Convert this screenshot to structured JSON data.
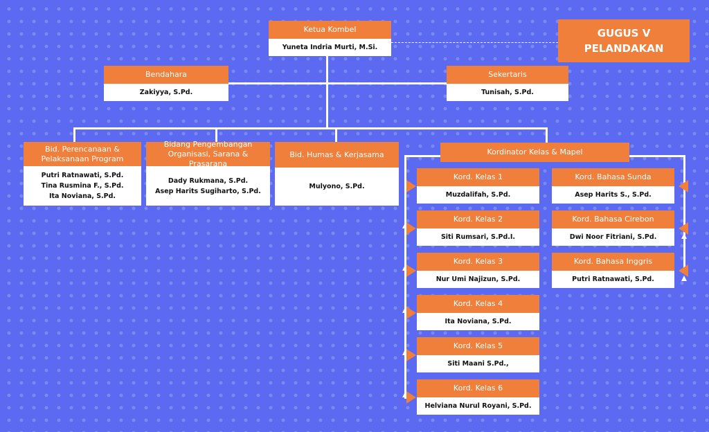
{
  "gugus": {
    "line1": "GUGUS V",
    "line2": "PELANDAKAN"
  },
  "ketua": {
    "title": "Ketua Kombel",
    "name": "Yuneta Indria Murti, M.Si."
  },
  "bendahara": {
    "title": "Bendahara",
    "name": "Zakiyya, S.Pd."
  },
  "sekretaris": {
    "title": "Sekertaris",
    "name": "Tunisah, S.Pd."
  },
  "bidang": [
    {
      "title": "Bid. Perencanaan & Pelaksanaan Program",
      "members": [
        "Putri Ratnawati, S.Pd.",
        "Tina Rusmina F., S.Pd.",
        "Ita Noviana, S.Pd."
      ]
    },
    {
      "title": "Bidang Pengembangan Organisasi, Sarana & Prasarana",
      "members": [
        "Dady Rukmana, S.Pd.",
        "Asep Harits Sugiharto, S.Pd."
      ]
    },
    {
      "title": "Bid. Humas & Kerjasama",
      "members": [
        "Mulyono, S.Pd."
      ]
    }
  ],
  "koordinator": {
    "title": "Kordinator Kelas & Mapel"
  },
  "kelas": [
    {
      "title": "Kord. Kelas 1",
      "name": "Muzdalifah, S.Pd."
    },
    {
      "title": "Kord. Kelas 2",
      "name": "Siti Rumsari, S.Pd.I."
    },
    {
      "title": "Kord. Kelas 3",
      "name": "Nur Umi Najizun, S.Pd."
    },
    {
      "title": "Kord. Kelas 4",
      "name": "Ita Noviana, S.Pd."
    },
    {
      "title": "Kord. Kelas 5",
      "name": "Siti Maani S.Pd.,"
    },
    {
      "title": "Kord. Kelas 6",
      "name": "Helviana Nurul Royani, S.Pd."
    }
  ],
  "mapel": [
    {
      "title": "Kord. Bahasa Sunda",
      "name": "Asep Harits S., S.Pd."
    },
    {
      "title": "Kord. Bahasa Cirebon",
      "name": "Dwi Noor Fitriani, S.Pd."
    },
    {
      "title": "Kord. Bahasa Inggris",
      "name": "Putri Ratnawati, S.Pd."
    }
  ],
  "colors": {
    "background": "#5b6af0",
    "accent": "#ef7f3a",
    "box": "#ffffff"
  }
}
